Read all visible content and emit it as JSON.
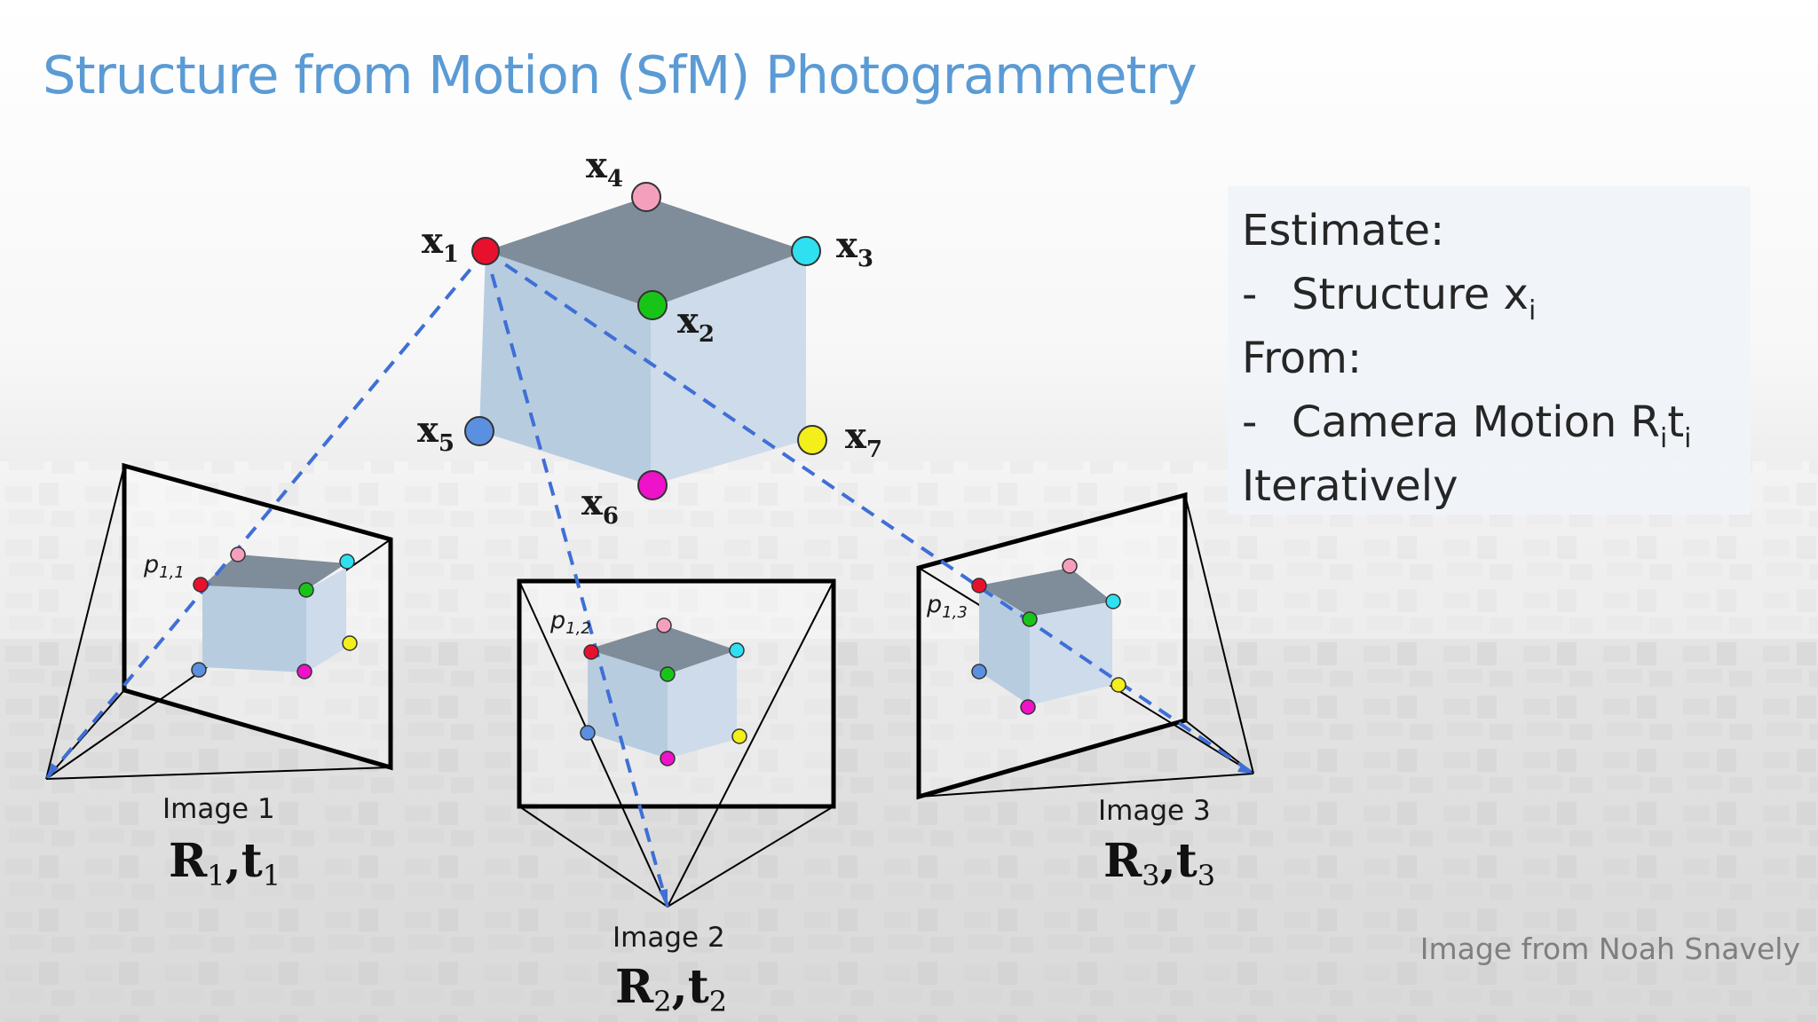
{
  "title": "Structure from Motion (SfM) Photogrammetry",
  "info_box": {
    "line1": "Estimate:",
    "bullet1": {
      "dash": "-",
      "text": "Structure x",
      "sub": "i"
    },
    "line3": "From:",
    "bullet2": {
      "dash": "-",
      "text": "Camera Motion R",
      "sub1": "i",
      "mid": "t",
      "sub2": "i"
    },
    "line5": "Iteratively"
  },
  "credit": "Image from Noah Snavely",
  "points": [
    {
      "id": "x1",
      "letter": "x",
      "index": "1",
      "color": "#e8112d"
    },
    {
      "id": "x2",
      "letter": "x",
      "index": "2",
      "color": "#19c419"
    },
    {
      "id": "x3",
      "letter": "x",
      "index": "3",
      "color": "#2ee0f0"
    },
    {
      "id": "x4",
      "letter": "x",
      "index": "4",
      "color": "#f4a0bd"
    },
    {
      "id": "x5",
      "letter": "x",
      "index": "5",
      "color": "#5b8fe0"
    },
    {
      "id": "x6",
      "letter": "x",
      "index": "6",
      "color": "#ee12c8"
    },
    {
      "id": "x7",
      "letter": "x",
      "index": "7",
      "color": "#f4ee1a"
    }
  ],
  "cameras": [
    {
      "image_label": "Image 1",
      "pose_R": "R",
      "pose_t": "t",
      "pose_index": "1",
      "p_letter": "p",
      "p_index": "1,1"
    },
    {
      "image_label": "Image 2",
      "pose_R": "R",
      "pose_t": "t",
      "pose_index": "2",
      "p_letter": "p",
      "p_index": "1,2"
    },
    {
      "image_label": "Image 3",
      "pose_R": "R",
      "pose_t": "t",
      "pose_index": "3",
      "p_letter": "p",
      "p_index": "1,3"
    }
  ],
  "colors": {
    "title": "#5b9bd5",
    "ray": "#3f6fd6",
    "cube_top": "#7f8c99",
    "cube_left": "#b8cce0",
    "cube_right": "#cddbea"
  }
}
